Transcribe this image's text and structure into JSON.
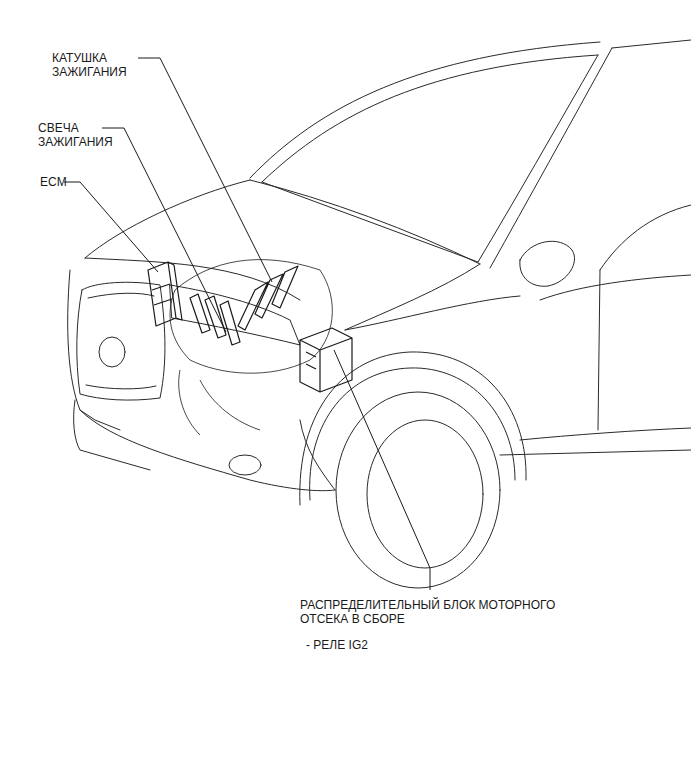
{
  "diagram": {
    "labels": [
      "КАТУШКА ЗАЖИГАНИЯ",
      "СВЕЧА ЗАЖИГАНИЯ",
      "ECM",
      "РАСПРЕДЕЛИТЕЛЬНЫЙ БЛОК МОТОРНОГО ОТСЕКА В СБОРЕ",
      "- РЕЛЕ IG2"
    ]
  }
}
